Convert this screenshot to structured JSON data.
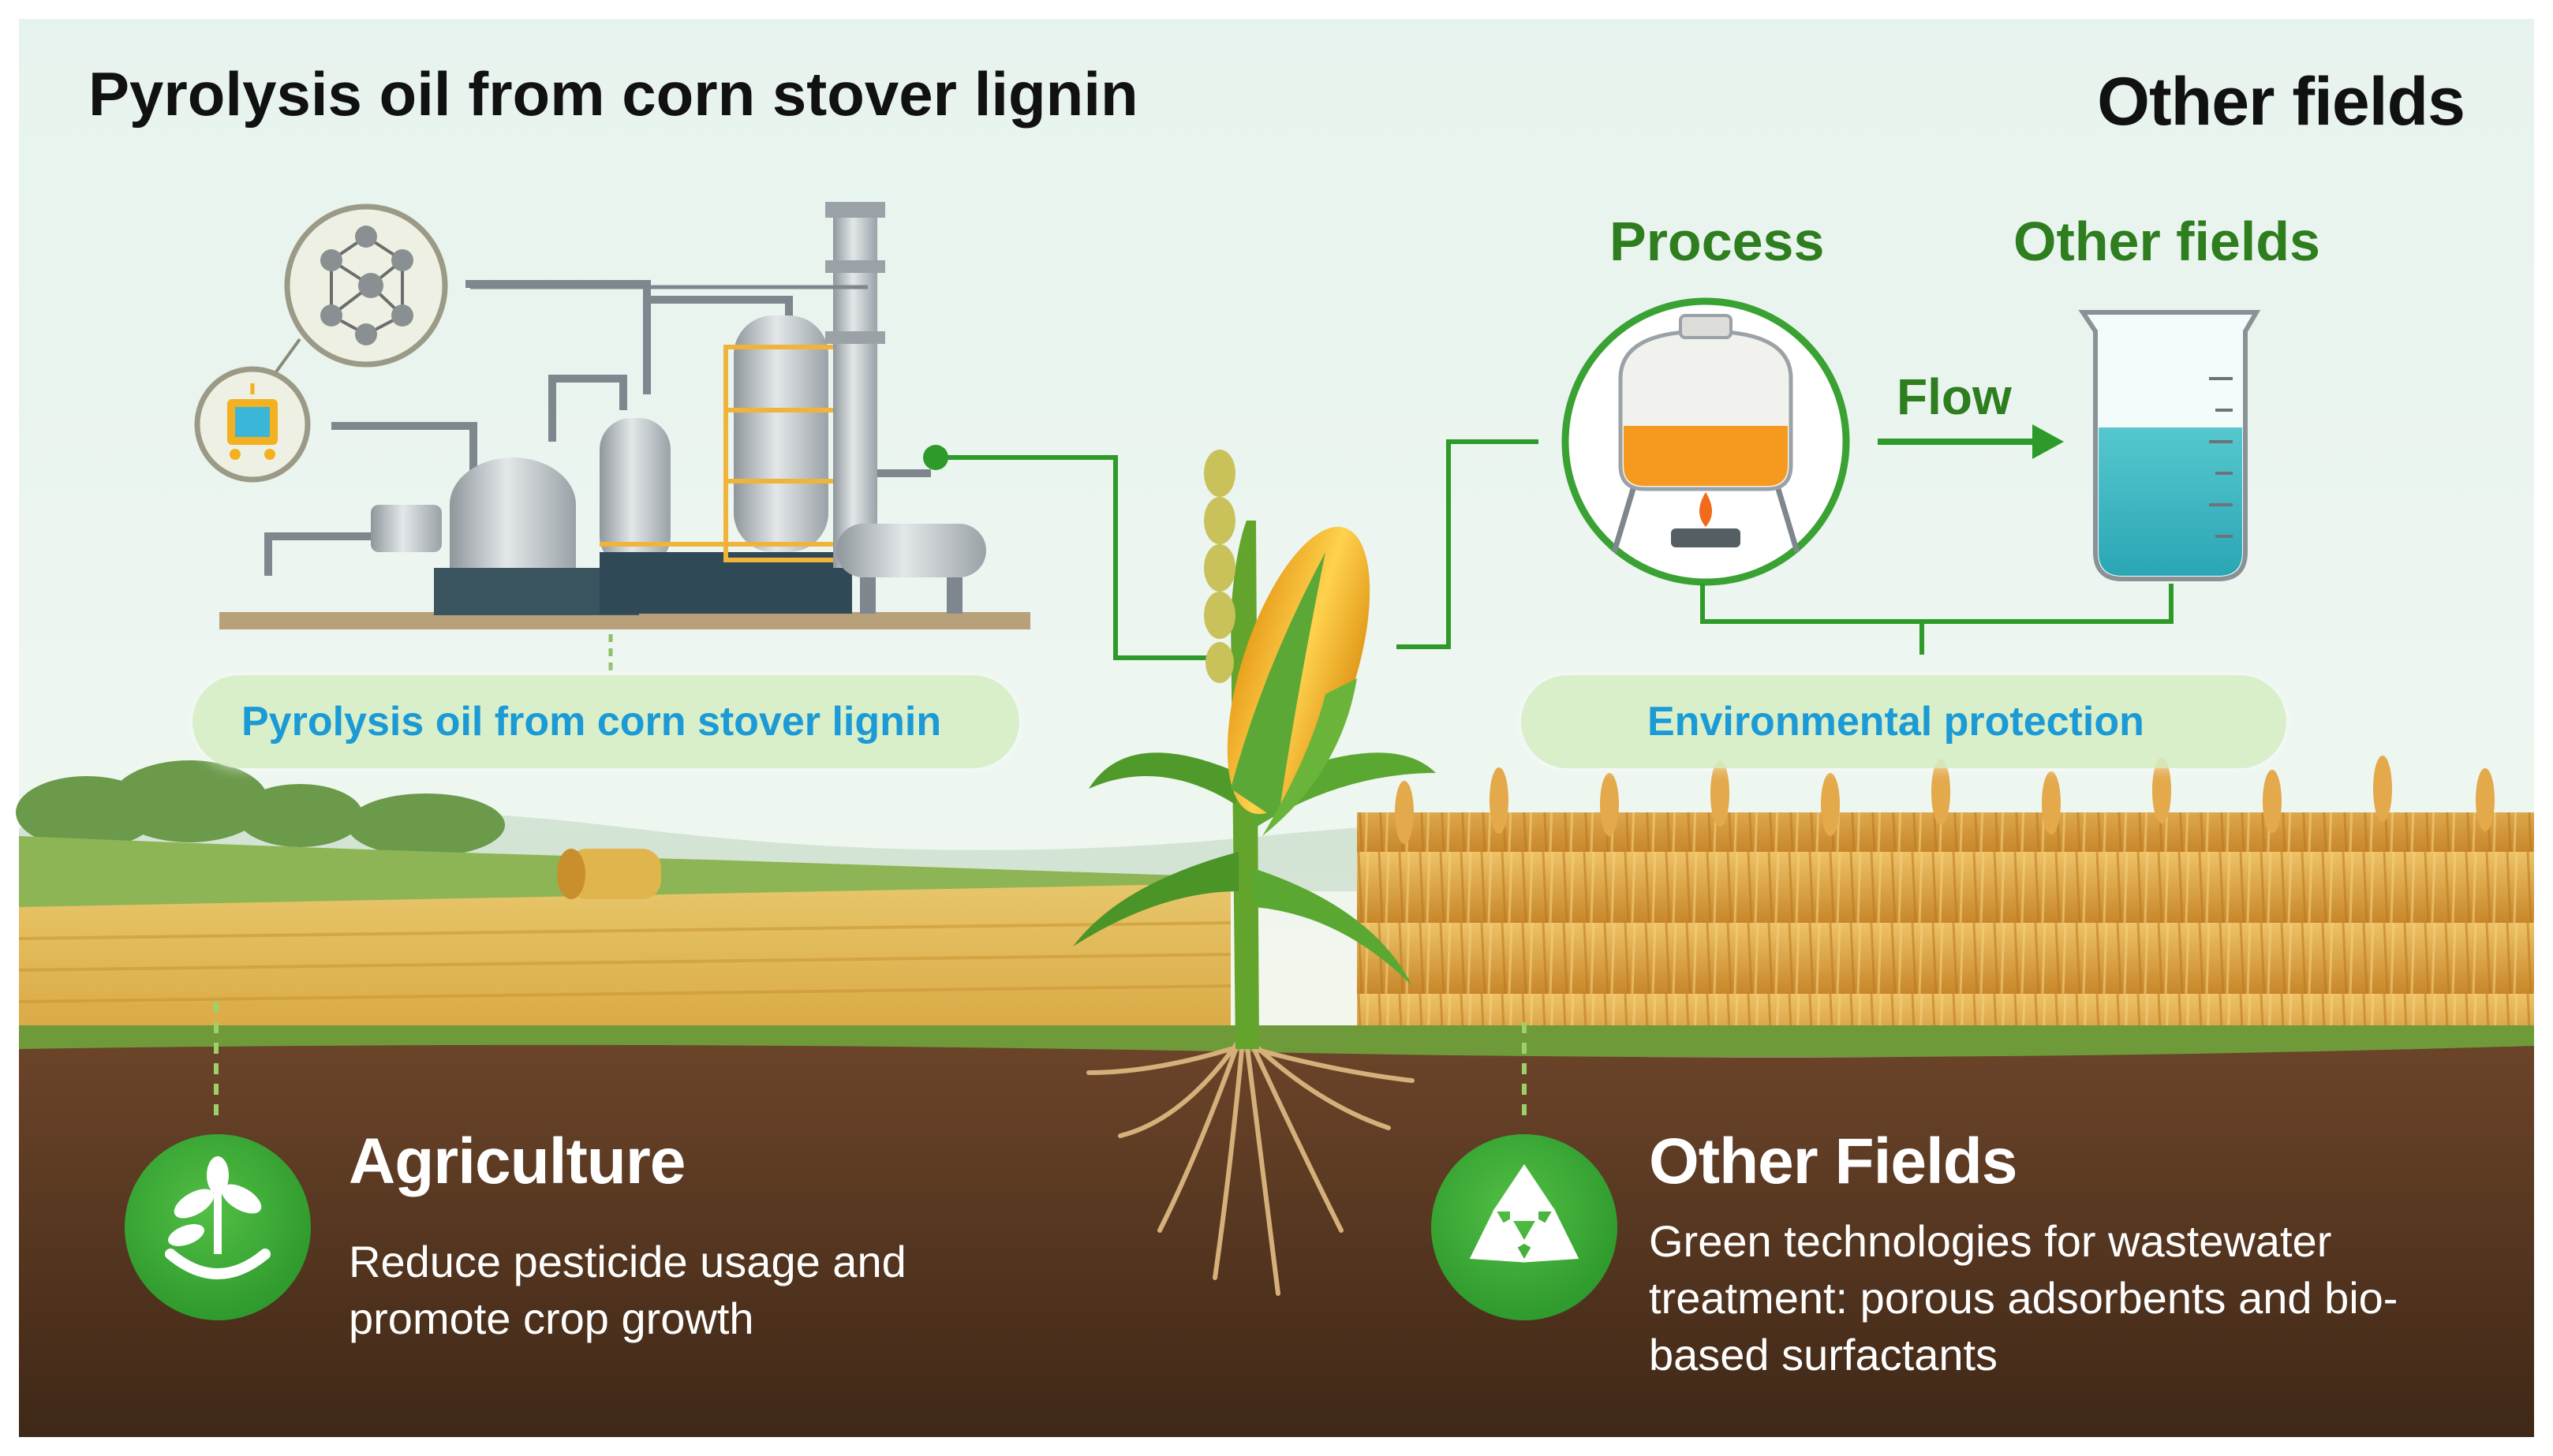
{
  "header": {
    "main_title": "Pyrolysis oil from corn stover lignin",
    "right_title": "Other fields"
  },
  "process_panel": {
    "process_label": "Process",
    "other_fields_label": "Other fields",
    "flow_label": "Flow"
  },
  "pills": {
    "left": "Pyrolysis oil from corn stover lignin",
    "right": "Environmental protection"
  },
  "agriculture": {
    "title": "Agriculture",
    "description": "Reduce pesticide usage and promote crop growth"
  },
  "other_fields": {
    "title": "Other Fields",
    "description": "Green technologies for wastewater treatment: porous adsorbents and bio-based surfactants"
  },
  "colors": {
    "accent_green": "#2e7d1e",
    "icon_green": "#3aa535",
    "pill_text_blue": "#1b9ad6",
    "soil_brown": "#5a3a22",
    "wheat_gold": "#e0a83a",
    "sky": "#dcefef"
  },
  "icons": {
    "network": "network-icon",
    "monitor": "monitor-device-icon",
    "agriculture": "sprout-hand-icon",
    "other_fields": "recycle-icon",
    "reactor": "heated-reactor-icon",
    "beaker": "beaker-icon"
  }
}
